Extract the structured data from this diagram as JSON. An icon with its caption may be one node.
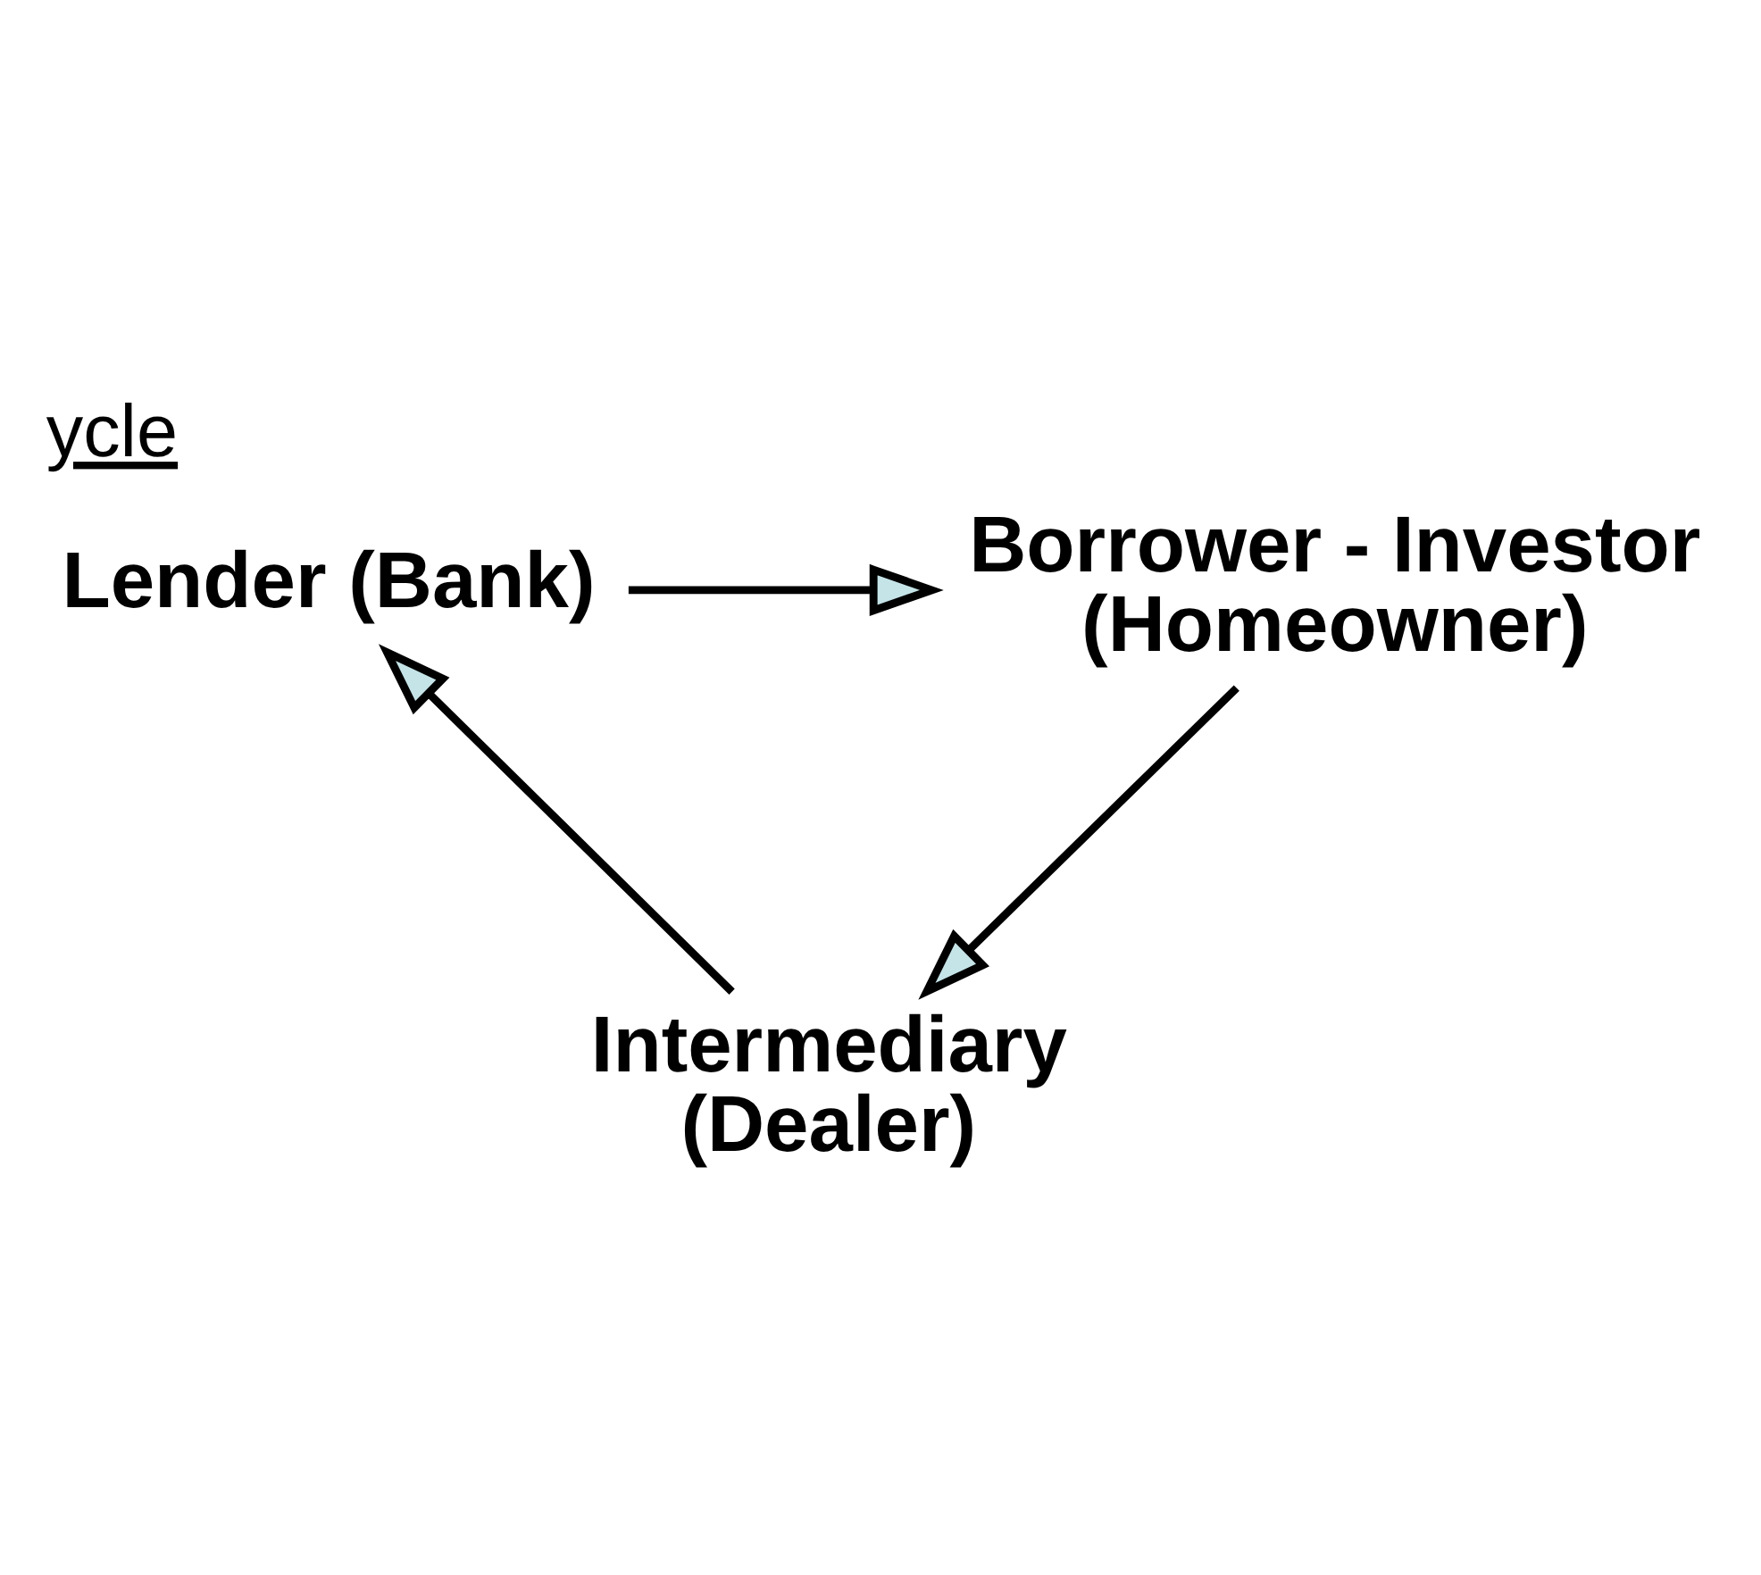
{
  "diagram": {
    "title": "ycle",
    "nodes": [
      {
        "text": [
          "Lender (Bank)"
        ]
      },
      {
        "text": [
          "Borrower - Investor (Homeowner)"
        ]
      },
      {
        "text": [
          "Intermediary (Dealer)"
        ]
      }
    ],
    "edges": [
      {
        "from": 0,
        "to": 1,
        "arrow": "to"
      },
      {
        "from": 1,
        "to": 2,
        "arrow": "to"
      },
      {
        "from": 2,
        "to": 0,
        "arrow": "to"
      }
    ]
  }
}
